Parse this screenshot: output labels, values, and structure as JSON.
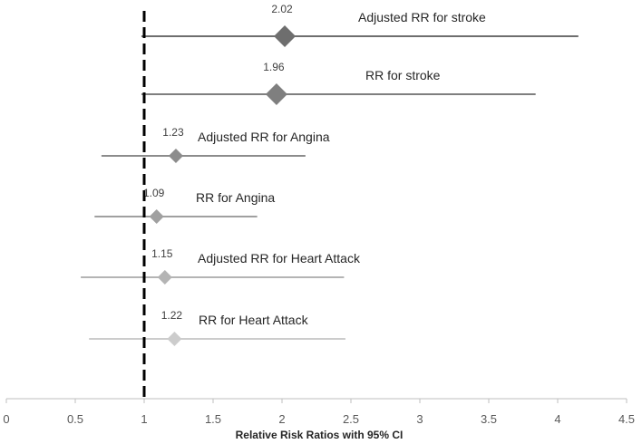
{
  "chart_data": {
    "type": "scatter",
    "subtype": "forest-plot",
    "xlabel": "Relative Risk Ratios with 95% CI",
    "xlim": [
      0,
      4.5
    ],
    "xticks": [
      "0",
      "0.5",
      "1",
      "1.5",
      "2",
      "2.5",
      "3",
      "3.5",
      "4",
      "4.5"
    ],
    "reference_line": {
      "x": 1,
      "style": "dashed",
      "color": "#000000"
    },
    "grid": false,
    "legend": "none",
    "series": [
      {
        "label": "Adjusted RR for stroke",
        "value": 2.02,
        "value_label": "2.02",
        "ci_low": 0.98,
        "ci_high": 4.15,
        "color": "#6e6e6e"
      },
      {
        "label": "RR for stroke",
        "value": 1.96,
        "value_label": "1.96",
        "ci_low": 0.98,
        "ci_high": 3.84,
        "color": "#7f7f7f"
      },
      {
        "label": "Adjusted RR for Angina",
        "value": 1.23,
        "value_label": "1.23",
        "ci_low": 0.69,
        "ci_high": 2.17,
        "color": "#8c8c8c"
      },
      {
        "label": "RR for Angina",
        "value": 1.09,
        "value_label": "1.09",
        "ci_low": 0.64,
        "ci_high": 1.82,
        "color": "#a0a0a0"
      },
      {
        "label": "Adjusted RR for Heart Attack",
        "value": 1.15,
        "value_label": "1.15",
        "ci_low": 0.54,
        "ci_high": 2.45,
        "color": "#b4b4b4"
      },
      {
        "label": "RR for Heart Attack",
        "value": 1.22,
        "value_label": "1.22",
        "ci_low": 0.6,
        "ci_high": 2.46,
        "color": "#cccccc"
      }
    ]
  }
}
